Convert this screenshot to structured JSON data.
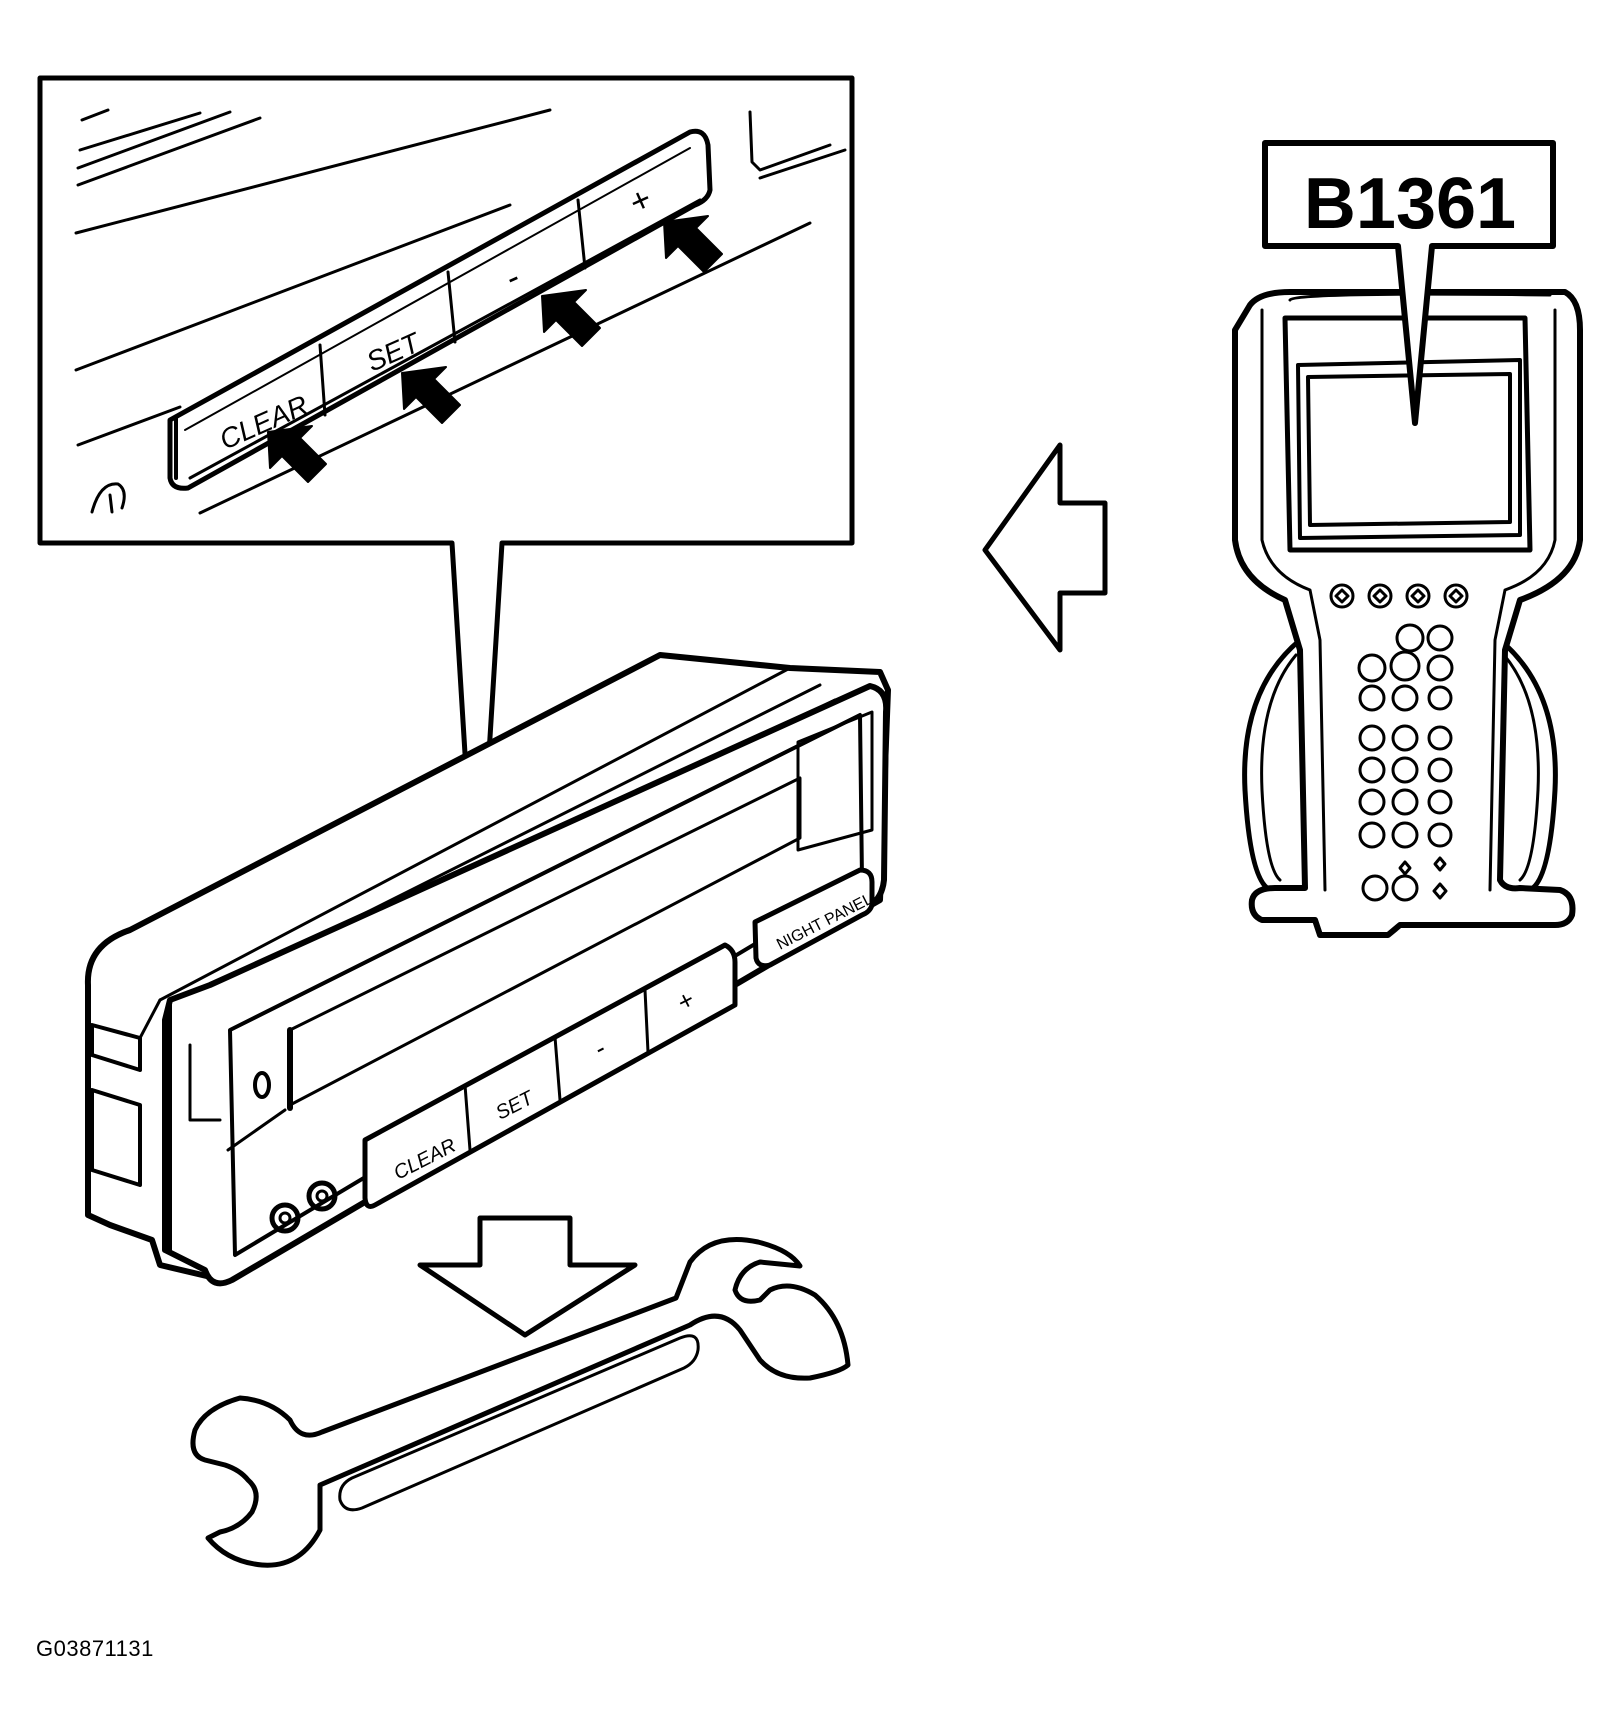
{
  "callout": {
    "buttons": [
      "CLEAR",
      "SET",
      "-",
      "+"
    ]
  },
  "scan_tool": {
    "display_code": "B1361"
  },
  "control_module": {
    "buttons": [
      "CLEAR",
      "SET",
      "-",
      "+",
      "NIGHT PANEL"
    ]
  },
  "figure_id": "G03871131",
  "colors": {
    "ink": "#000000",
    "paper": "#ffffff"
  }
}
